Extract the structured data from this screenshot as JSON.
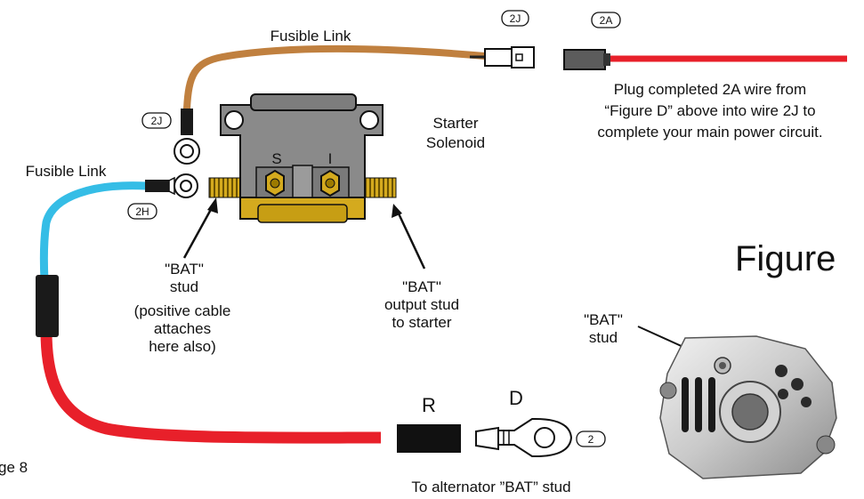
{
  "labels": {
    "fusible_link_top": "Fusible Link",
    "fusible_link_left": "Fusible Link",
    "starter_solenoid_1": "Starter",
    "starter_solenoid_2": "Solenoid",
    "terminal_s": "S",
    "terminal_i": "I",
    "plug_note_1": "Plug completed 2A wire from",
    "plug_note_2": "“Figure D” above into wire 2J to",
    "plug_note_3": "complete your main power circuit.",
    "bat_stud_1": "\"BAT\"",
    "bat_stud_2": "stud",
    "bat_stud_3": "(positive cable",
    "bat_stud_4": "attaches",
    "bat_stud_5": "here also)",
    "bat_output_1": "\"BAT\"",
    "bat_output_2": "output stud",
    "bat_output_3": "to starter",
    "figure": "Figure",
    "alt_bat_1": "\"BAT\"",
    "alt_bat_2": "stud",
    "connector_r": "R",
    "connector_d": "D",
    "to_alternator": "To alternator ”BAT” stud",
    "page_ref": "ge 8"
  },
  "wire_tags": {
    "tag_2j_top": "2J",
    "tag_2a": "2A",
    "tag_2j_ring": "2J",
    "tag_2h": "2H",
    "tag_2": "2"
  },
  "colors": {
    "fusible_link_brown": "#c0803f",
    "red_wire": "#e8202a",
    "blue_wire": "#35bde6",
    "solenoid_gray": "#8a8a8a",
    "brass": "#d4aa1e"
  }
}
